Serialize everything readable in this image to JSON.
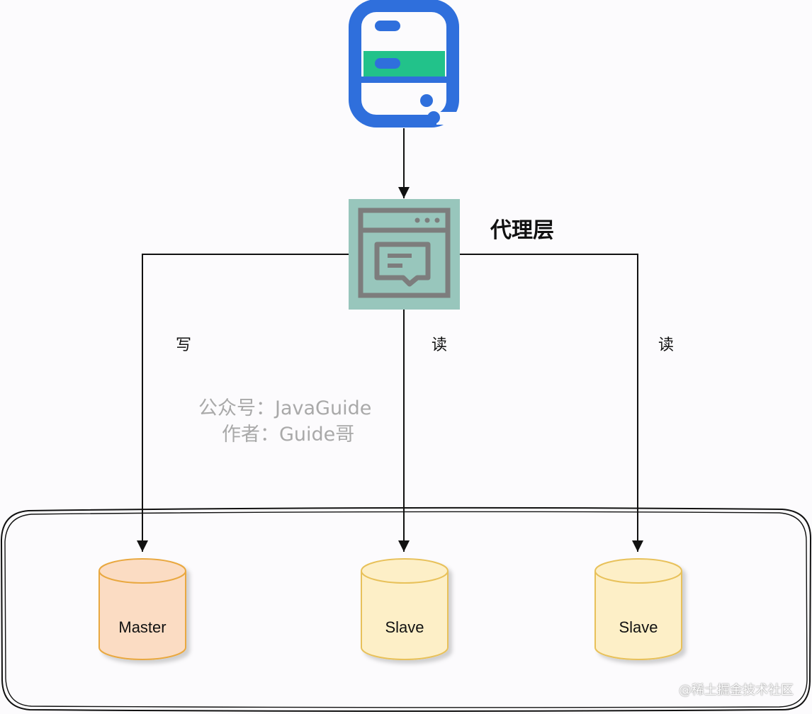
{
  "proxy": {
    "label": "代理层"
  },
  "edges": {
    "write_label": "写",
    "read_label": "读"
  },
  "watermark": {
    "line1": "公众号：JavaGuide",
    "line2": "作者：Guide哥"
  },
  "databases": {
    "master": "Master",
    "slave_left": "Slave",
    "slave_right": "Slave"
  },
  "footer": {
    "corner_watermark": "@稀土掘金技术社区"
  },
  "colors": {
    "client_blue": "#2f6fdc",
    "client_green": "#22c28a",
    "proxy_bg": "#98c6bc",
    "proxy_icon": "#7d7d7d",
    "master_fill": "#fbdcc3",
    "master_stroke": "#e9a83f",
    "slave_fill": "#fdefc7",
    "slave_stroke": "#e8c15a"
  }
}
